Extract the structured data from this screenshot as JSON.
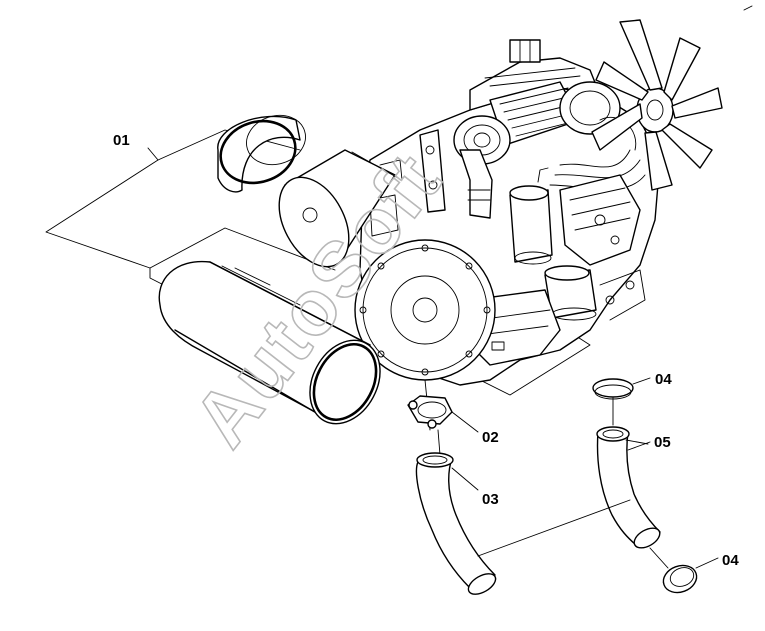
{
  "diagram": {
    "watermark": "AutoSoft",
    "callouts": [
      {
        "id": "01",
        "label": "01"
      },
      {
        "id": "02",
        "label": "02"
      },
      {
        "id": "03",
        "label": "03"
      },
      {
        "id": "04a",
        "label": "04"
      },
      {
        "id": "05",
        "label": "05"
      },
      {
        "id": "04b",
        "label": "04"
      }
    ]
  }
}
